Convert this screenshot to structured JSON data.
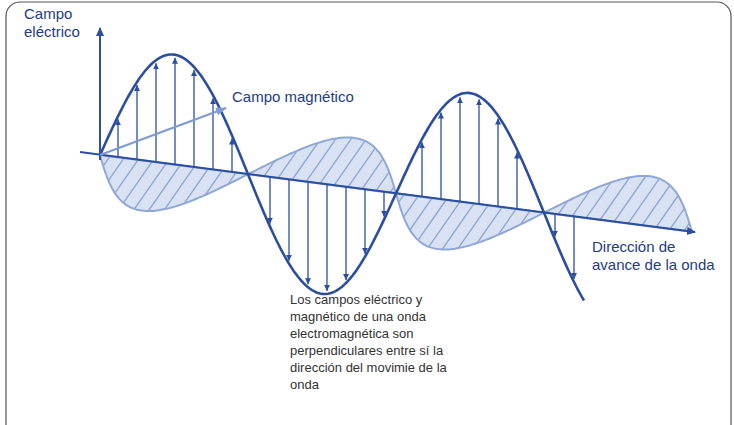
{
  "diagram": {
    "caption": "Los campos eléctrico y magnético de una onda electromagnética son perpendiculares entre sí la dirección del movimie de la onda",
    "labels": [
      "Campo eléctrico",
      "Campo magnético",
      "Dirección de avance de la onda"
    ]
  }
}
